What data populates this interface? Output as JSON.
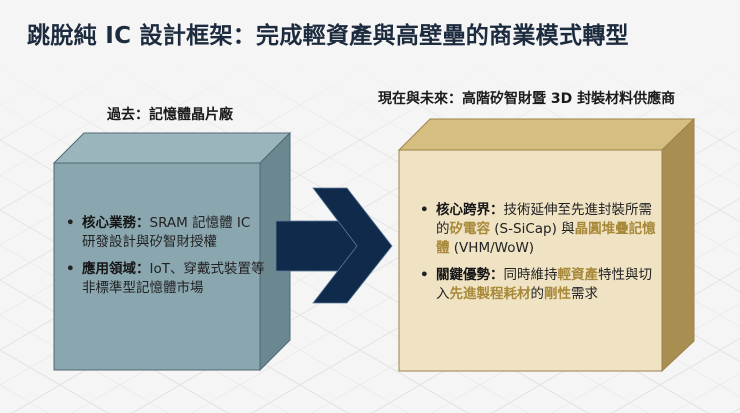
{
  "slide": {
    "title": "跳脫純 IC 設計框架：完成輕資產與高壁壘的商業模式轉型"
  },
  "colors": {
    "title": "#1d2b3f",
    "left_box_front": "#8aa7b0",
    "left_box_top": "#9bb5bd",
    "left_box_side": "#6b8790",
    "arrow": "#0f2a4a",
    "right_box_front": "#efe3c4",
    "right_box_top": "#d6bd80",
    "right_box_side": "#a98e52",
    "highlight": "#a8893a"
  },
  "left_panel": {
    "caption": "過去：記憶體晶片廠",
    "items": [
      {
        "bullet": "•",
        "term": "核心業務",
        "sep": "：",
        "text": "SRAM 記憶體 IC 研發設計與矽智財授權"
      },
      {
        "bullet": "•",
        "term": "應用領域",
        "sep": "：",
        "text": "IoT、穿戴式裝置等非標準型記憶體市場"
      }
    ]
  },
  "arrow": {
    "icon": "right-arrow-chevron-icon"
  },
  "right_panel": {
    "caption": "現在與未來：高階矽智財暨 3D 封裝材料供應商",
    "items": [
      {
        "bullet": "•",
        "term": "核心跨界",
        "sep": "：",
        "parts": [
          {
            "t": "技術延伸至先進封裝所需的",
            "hl": false
          },
          {
            "t": "矽電容",
            "hl": true
          },
          {
            "t": " (S-SiCap) 與",
            "hl": false
          },
          {
            "t": "晶圓堆疊記憶體",
            "hl": true
          },
          {
            "t": " (VHM/WoW)",
            "hl": false
          }
        ]
      },
      {
        "bullet": "•",
        "term": "關鍵優勢",
        "sep": "：",
        "parts": [
          {
            "t": "同時維持",
            "hl": false
          },
          {
            "t": "輕資產",
            "hl": true
          },
          {
            "t": "特性與切入",
            "hl": false
          },
          {
            "t": "先進製程耗材",
            "hl": true
          },
          {
            "t": "的",
            "hl": false
          },
          {
            "t": "剛性",
            "hl": true
          },
          {
            "t": "需求",
            "hl": false
          }
        ]
      }
    ]
  }
}
